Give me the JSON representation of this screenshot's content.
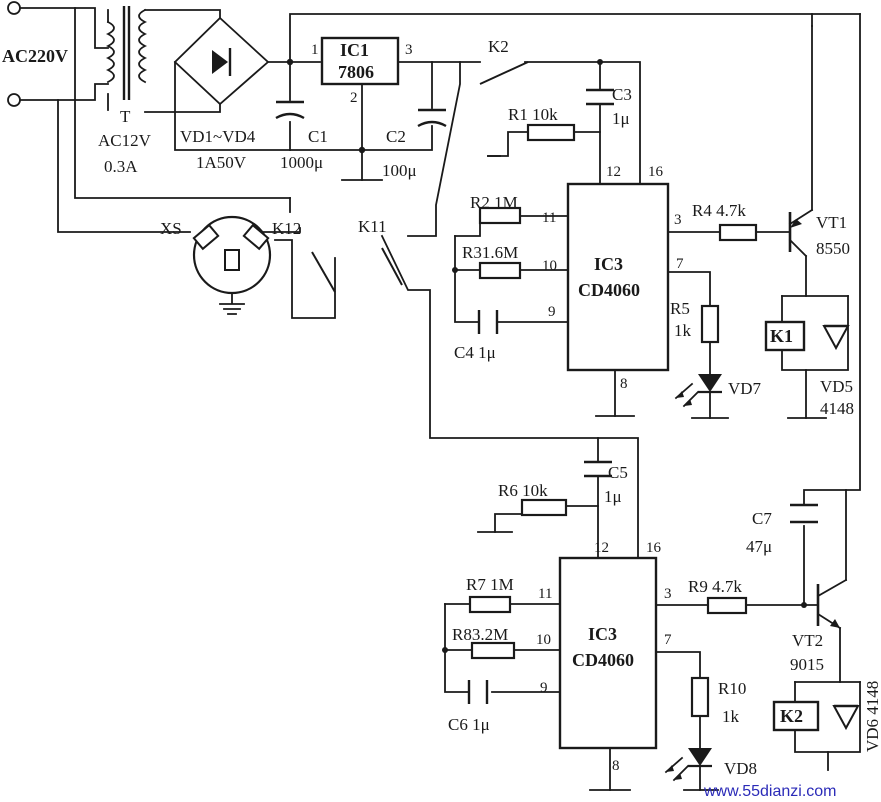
{
  "labels": {
    "ac_input": "AC220V",
    "transformer": "T",
    "transformer_rating": "AC12V",
    "transformer_current": "0.3A",
    "rectifier": "VD1~VD4",
    "rectifier_rating": "1A50V",
    "ic1": "IC1",
    "ic1_part": "7806",
    "ic1_pin_in": "1",
    "ic1_pin_gnd": "2",
    "ic1_pin_out": "3",
    "c1": "C1",
    "c1_value": "1000μ",
    "c2": "C2",
    "c2_value": "100μ",
    "k2_contact": "K2",
    "k11_contact": "K11",
    "k12_contact": "K12",
    "socket": "XS",
    "r1": "R1 10k",
    "c3": "C3",
    "c3_value": "1μ",
    "r2": "R2 1M",
    "r3": "R31.6M",
    "c4": "C4 1μ",
    "r4": "R4 4.7k",
    "r5": "R5",
    "r5_value": "1k",
    "vd7": "VD7",
    "vt1": "VT1",
    "vt1_part": "8550",
    "k1": "K1",
    "vd5": "VD5",
    "vd5_part": "4148",
    "ic3_top": "IC3",
    "ic3_top_part": "CD4060",
    "ic3_bottom": "IC3",
    "ic3_bottom_part": "CD4060",
    "pin_11": "11",
    "pin_10": "10",
    "pin_9": "9",
    "pin_12": "12",
    "pin_16": "16",
    "pin_3": "3",
    "pin_7": "7",
    "pin_8": "8",
    "c5": "C5",
    "c5_value": "1μ",
    "r6": "R6 10k",
    "r7": "R7 1M",
    "r8": "R83.2M",
    "c6": "C6 1μ",
    "r9": "R9 4.7k",
    "c7": "C7",
    "c7_value": "47μ",
    "vt2": "VT2",
    "vt2_part": "9015",
    "k2_coil": "K2",
    "vd6": "VD6 4148",
    "r10": "R10",
    "r10_value": "1k",
    "vd8": "VD8",
    "watermark": "www.55dianzi.com"
  }
}
